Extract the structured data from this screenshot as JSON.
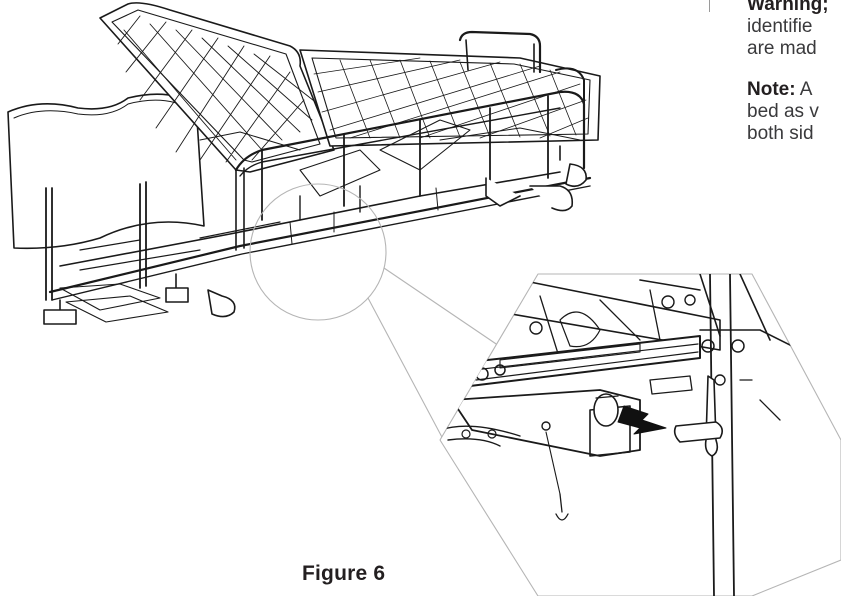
{
  "manual_text": {
    "warning_label": "Warning;",
    "warning_line_2": "identifie",
    "warning_line_3": "are mad",
    "note_label": "Note:",
    "note_line_1_rest": " A",
    "note_line_2": "bed as v",
    "note_line_3": "both sid"
  },
  "figure": {
    "caption": "Figure 6"
  }
}
